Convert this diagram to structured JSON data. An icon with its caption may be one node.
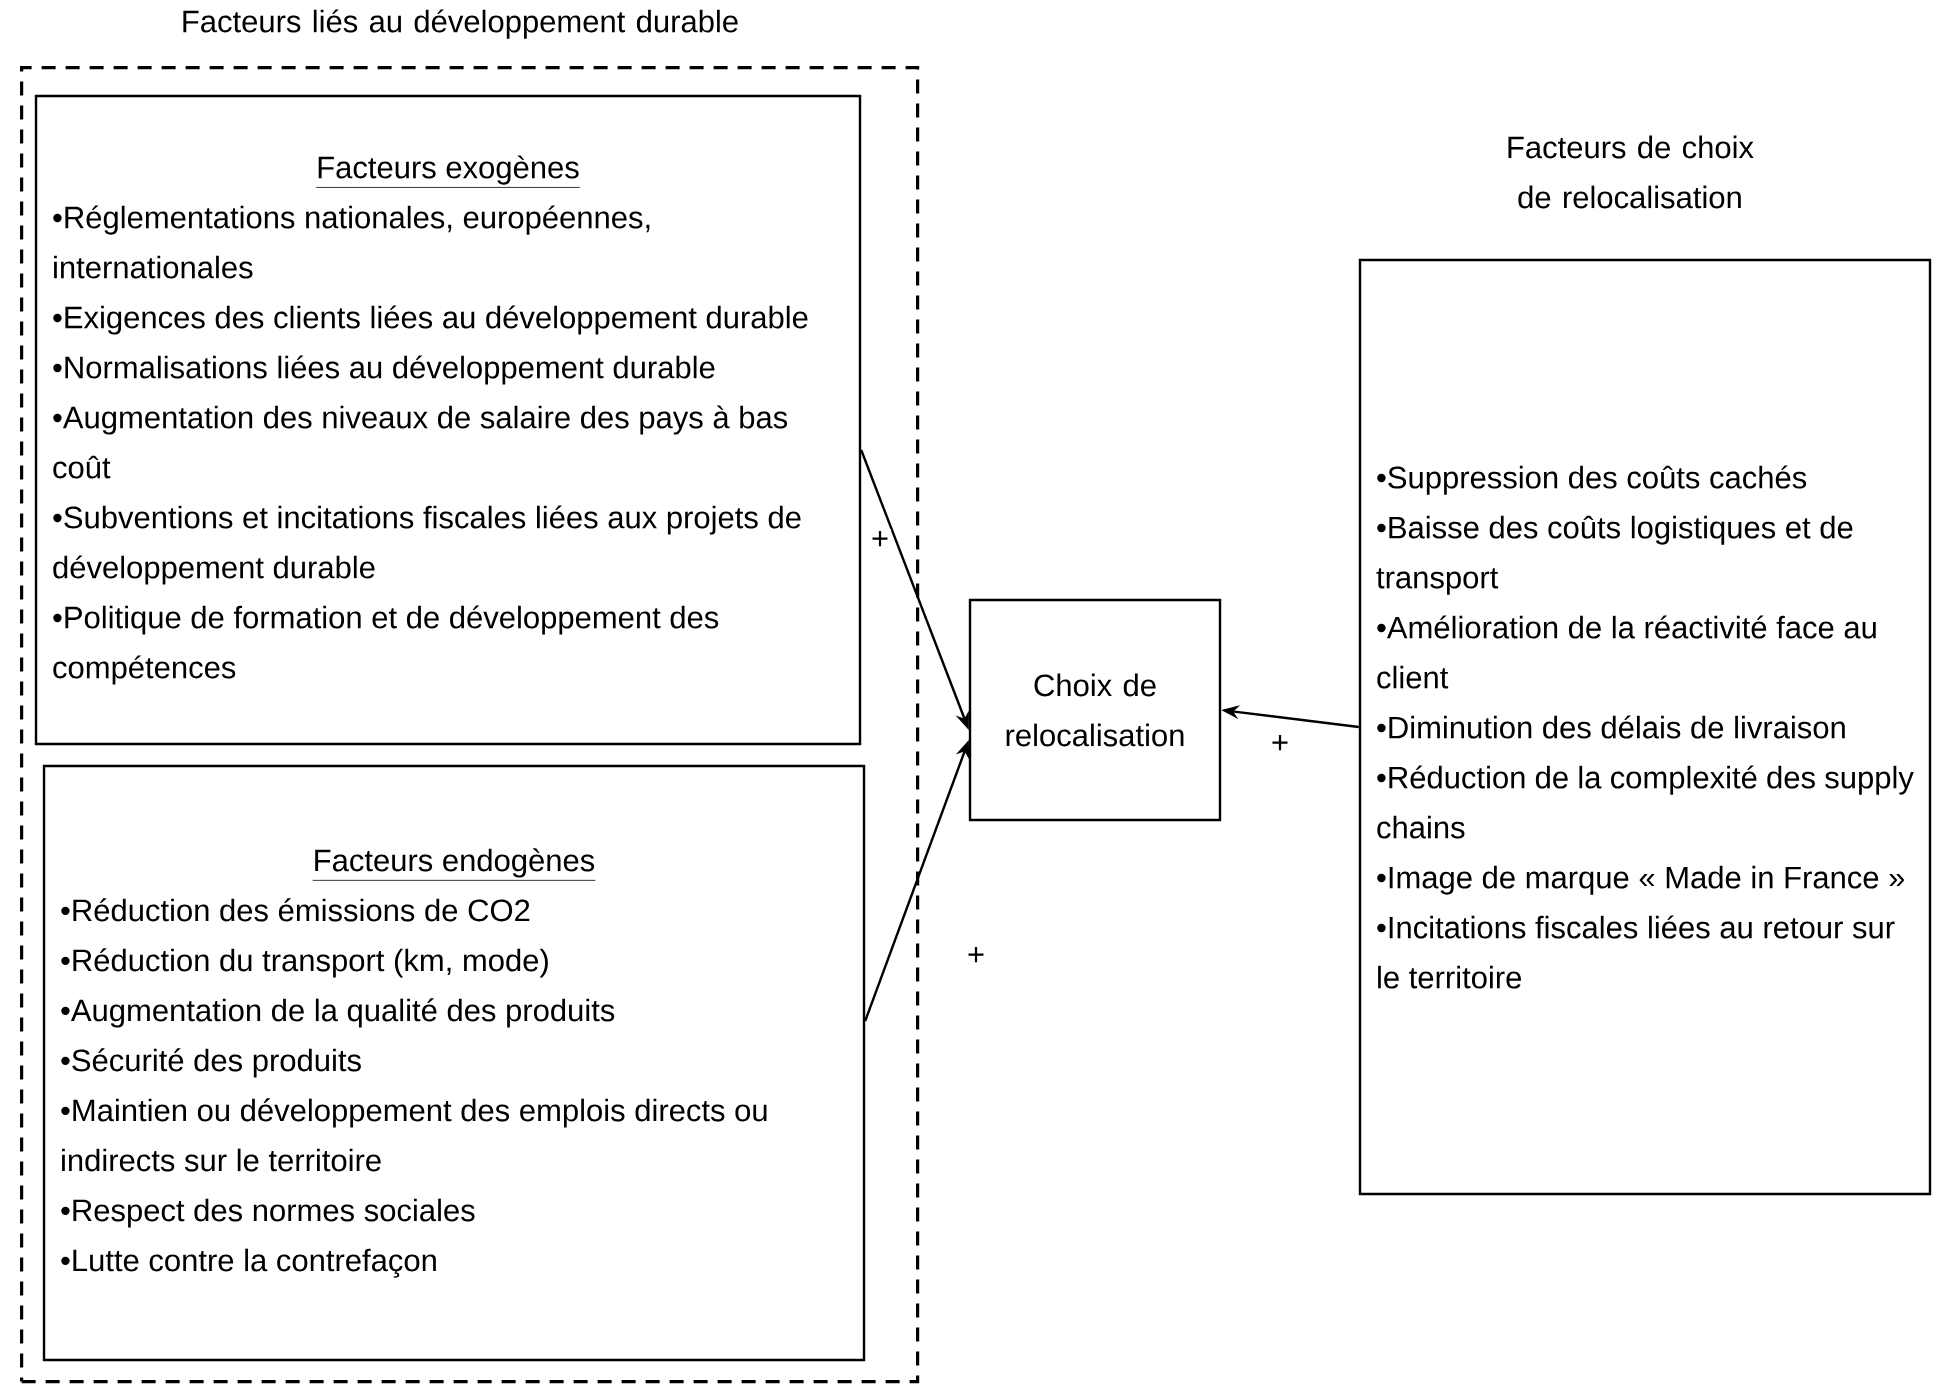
{
  "diagram": {
    "nodes": [
      {
        "text": [
          "Facteurs liés au développement durable"
        ]
      },
      {
        "text": [
          "Facteurs exogènes",
          "•Réglementations nationales, européennes, internationales",
          "•Exigences des clients liées au développement durable",
          "•Normalisations liées au développement durable",
          "•Augmentation des niveaux de salaire des pays à bas coût",
          "•Subventions et incitations fiscales liées aux projets de développement durable",
          "•Politique de formation et de développement des compétences"
        ],
        "in": 0
      },
      {
        "text": [
          "Facteurs endogènes",
          "•Réduction des émissions de CO2",
          "•Réduction du transport (km, mode)",
          "•Augmentation de la qualité des produits",
          "•Sécurité des produits",
          "•Maintien ou développement des emplois directs ou indirects sur le territoire",
          "•Respect des normes sociales",
          "•Lutte contre la contrefaçon"
        ],
        "in": 0
      },
      {
        "text": [
          "Choix de relocalisation"
        ]
      },
      {
        "text": [
          "Facteurs de choix de relocalisation",
          "•Suppression des coûts cachés",
          "•Baisse des coûts logistiques et de transport",
          "•Amélioration de la réactivité face au client",
          "•Diminution des délais de livraison",
          "•Réduction de la complexité des supply chains",
          "•Image de marque « Made in France »",
          "•Incitations fiscales liées au retour sur le territoire"
        ]
      }
    ],
    "edges": [
      {
        "from": 1,
        "to": 3,
        "arrow": "to",
        "label": "+"
      },
      {
        "from": 2,
        "to": 3,
        "arrow": "to",
        "label": "+"
      },
      {
        "from": 4,
        "to": 3,
        "arrow": "to",
        "label": "+"
      }
    ]
  }
}
